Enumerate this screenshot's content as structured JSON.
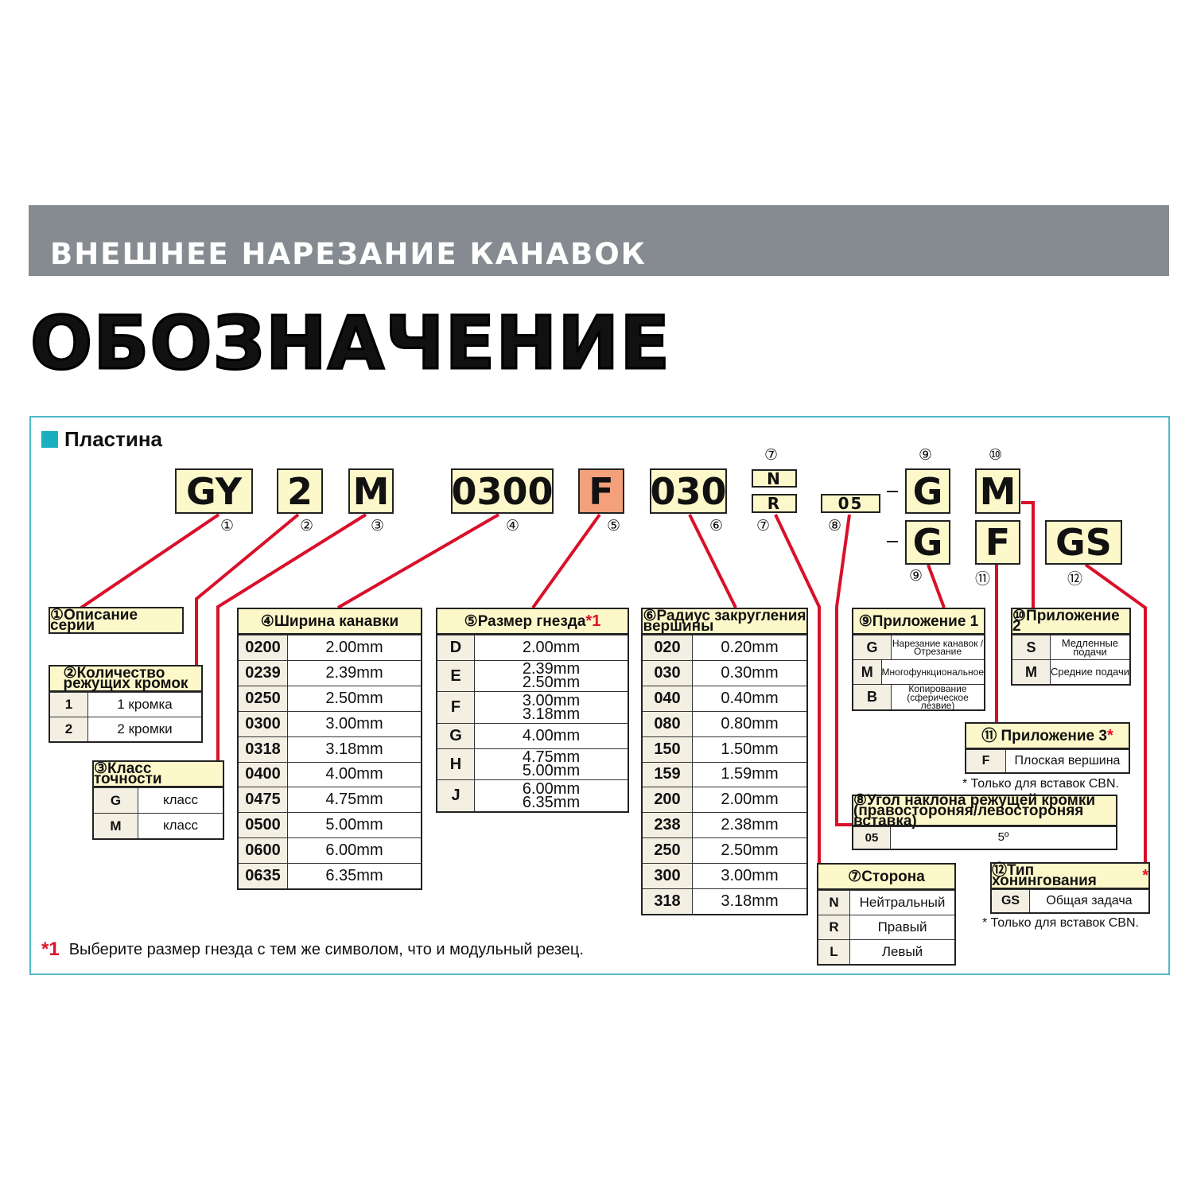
{
  "banner": "ВНЕШНЕЕ НАРЕЗАНИЕ КАНАВОК",
  "title": "ОБОЗНАЧЕНИЕ",
  "section": "Пластина",
  "colors": {
    "accent": "#1aafc0",
    "line": "#d9102a",
    "box": "#fdf8c9",
    "highlight": "#f4a07a",
    "banner": "#858b90"
  },
  "codes": {
    "c1": "GY",
    "c2": "2",
    "c3": "M",
    "c4": "0300",
    "c5": "F",
    "c6": "030",
    "c7a": "N",
    "c7b": "R",
    "c8": "05",
    "c9a": "G",
    "c10": "M",
    "c9b": "G",
    "c11": "F",
    "c12": "GS"
  },
  "nums": {
    "n1": "①",
    "n2": "②",
    "n3": "③",
    "n4": "④",
    "n5": "⑤",
    "n6": "⑥",
    "n7a": "⑦",
    "n7b": "⑦",
    "n8": "⑧",
    "n9a": "⑨",
    "n10": "⑩",
    "n9b": "⑨",
    "n11": "⑪",
    "n12": "⑫"
  },
  "tables": {
    "t1": {
      "title": "①Описание серии",
      "rows": []
    },
    "t2": {
      "title": "②Количество\nрежущих кромок",
      "rows": [
        [
          "1",
          "1 кромка"
        ],
        [
          "2",
          "2 кромки"
        ]
      ]
    },
    "t3": {
      "title": "③Класс точности",
      "rows": [
        [
          "G",
          "класс"
        ],
        [
          "M",
          "класс"
        ]
      ]
    },
    "t4": {
      "title": "④Ширина канавки",
      "rows": [
        [
          "0200",
          "2.00mm"
        ],
        [
          "0239",
          "2.39mm"
        ],
        [
          "0250",
          "2.50mm"
        ],
        [
          "0300",
          "3.00mm"
        ],
        [
          "0318",
          "3.18mm"
        ],
        [
          "0400",
          "4.00mm"
        ],
        [
          "0475",
          "4.75mm"
        ],
        [
          "0500",
          "5.00mm"
        ],
        [
          "0600",
          "6.00mm"
        ],
        [
          "0635",
          "6.35mm"
        ]
      ]
    },
    "t5": {
      "title": "⑤Размер гнезда",
      "mark": "*1",
      "rows": [
        [
          "D",
          "2.00mm"
        ],
        [
          "E",
          "2.39mm\n2.50mm"
        ],
        [
          "F",
          "3.00mm\n3.18mm"
        ],
        [
          "G",
          "4.00mm"
        ],
        [
          "H",
          "4.75mm\n5.00mm"
        ],
        [
          "J",
          "6.00mm\n6.35mm"
        ]
      ]
    },
    "t6": {
      "title": "⑥Радиус закругления\n   вершины",
      "rows": [
        [
          "020",
          "0.20mm"
        ],
        [
          "030",
          "0.30mm"
        ],
        [
          "040",
          "0.40mm"
        ],
        [
          "080",
          "0.80mm"
        ],
        [
          "150",
          "1.50mm"
        ],
        [
          "159",
          "1.59mm"
        ],
        [
          "200",
          "2.00mm"
        ],
        [
          "238",
          "2.38mm"
        ],
        [
          "250",
          "2.50mm"
        ],
        [
          "300",
          "3.00mm"
        ],
        [
          "318",
          "3.18mm"
        ]
      ]
    },
    "t7": {
      "title": "⑦Сторона",
      "rows": [
        [
          "N",
          "Нейтральный"
        ],
        [
          "R",
          "Правый"
        ],
        [
          "L",
          "Левый"
        ]
      ]
    },
    "t8": {
      "title": "⑧Угол наклона режущей кромки\n   (правостороняя/левостороняя вставка)",
      "rows": [
        [
          "05",
          "5º"
        ]
      ]
    },
    "t9": {
      "title": "⑨Приложение 1",
      "rows": [
        [
          "G",
          "Нарезание канавок /\nОтрезание"
        ],
        [
          "M",
          "Многофункциональное"
        ],
        [
          "B",
          "Копирование\n(сферическое лезвие)"
        ]
      ]
    },
    "t10": {
      "title": "⑩Приложение 2",
      "rows": [
        [
          "S",
          "Медленные подачи"
        ],
        [
          "M",
          "Средние подачи"
        ]
      ]
    },
    "t11": {
      "title": "⑪ Приложение 3",
      "mark": "*",
      "rows": [
        [
          "F",
          "Плоская вершина"
        ]
      ]
    },
    "t12": {
      "title": "⑫Тип хонингования",
      "mark": "*",
      "rows": [
        [
          "GS",
          "Общая задача"
        ]
      ]
    }
  },
  "notes": {
    "cbn1": "* Только для вставок CBN.",
    "cbn2": "* Только для вставок CBN."
  },
  "footnote": {
    "mark": "*1",
    "text": "Выберите размер гнезда с тем же символом, что и модульный резец."
  }
}
